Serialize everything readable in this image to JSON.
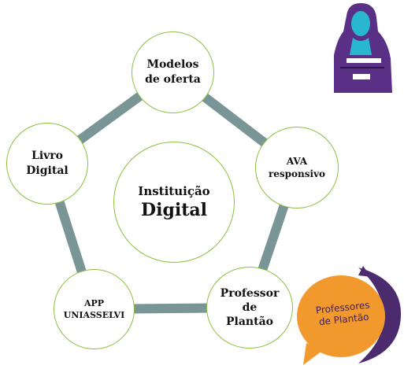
{
  "diagram": {
    "center": {
      "line1": "Instituição",
      "line2": "Digital"
    },
    "nodes": {
      "modelos": "Modelos\nde oferta",
      "ava": "AVA\nresponsivo",
      "livro": "Livro\nDigital",
      "app": "APP\nUNIASSELVI",
      "professor": "Professor\nde\nPlantão"
    }
  },
  "badge": {
    "text": "Professores\nde Plantão"
  },
  "colors": {
    "ring": "#7a9595",
    "node_border": "#8cbf3f",
    "badge_orange": "#f2992e",
    "badge_purple": "#4b2a6e",
    "mona_cyan": "#29b6cf"
  }
}
